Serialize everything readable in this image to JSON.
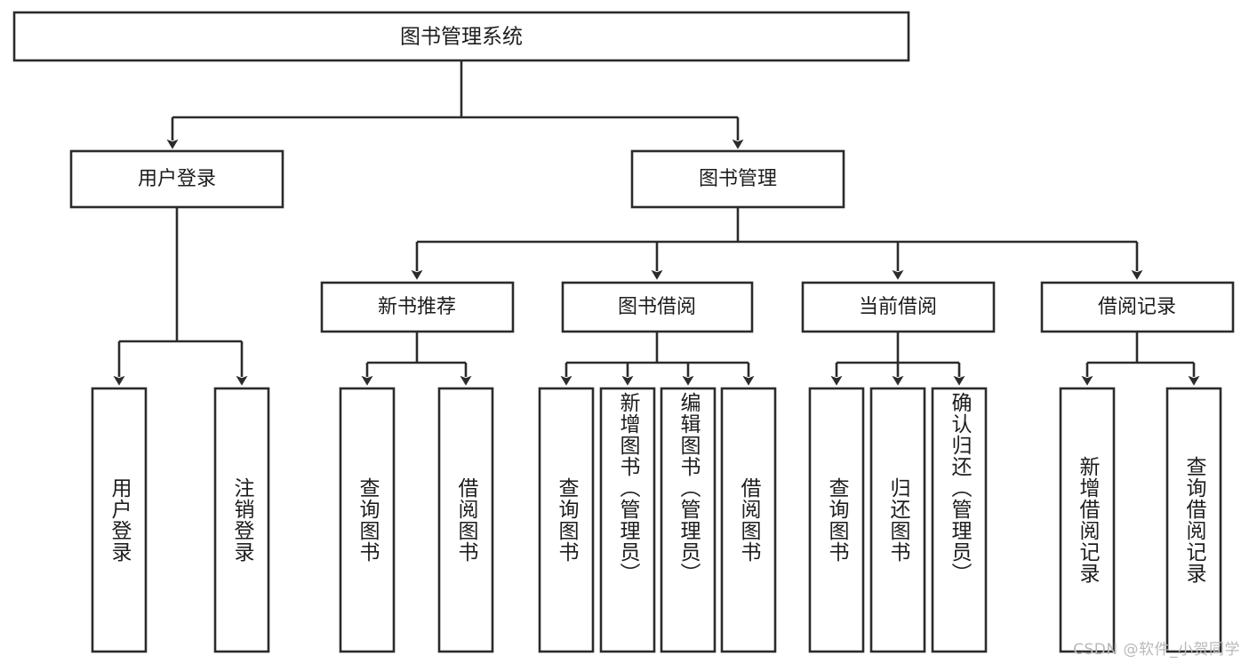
{
  "diagram": {
    "title": "图书管理系统",
    "type": "tree",
    "watermark": "CSDN @软件_小贺同学",
    "colors": {
      "stroke": "#2b2b2b",
      "fill": "#ffffff",
      "text": "#1d1d1d",
      "watermark": "#b9b9b9"
    },
    "root": {
      "label": "图书管理系统"
    },
    "level2": [
      {
        "label": "用户登录"
      },
      {
        "label": "图书管理"
      }
    ],
    "level3": [
      {
        "label": "新书推荐"
      },
      {
        "label": "图书借阅"
      },
      {
        "label": "当前借阅"
      },
      {
        "label": "借阅记录"
      }
    ],
    "leaves": {
      "user_login": [
        {
          "label": "用户登录"
        },
        {
          "label": "注销登录"
        }
      ],
      "new_book_recommend": [
        {
          "label": "查询图书"
        },
        {
          "label": "借阅图书"
        }
      ],
      "book_borrow": [
        {
          "label": "查询图书"
        },
        {
          "label": "新增图书（管理员）"
        },
        {
          "label": "编辑图书（管理员）"
        },
        {
          "label": "借阅图书"
        }
      ],
      "current_borrow": [
        {
          "label": "查询图书"
        },
        {
          "label": "归还图书"
        },
        {
          "label": "确认归还（管理员）"
        }
      ],
      "borrow_records": [
        {
          "label": "新增借阅记录"
        },
        {
          "label": "查询借阅记录"
        }
      ]
    }
  }
}
